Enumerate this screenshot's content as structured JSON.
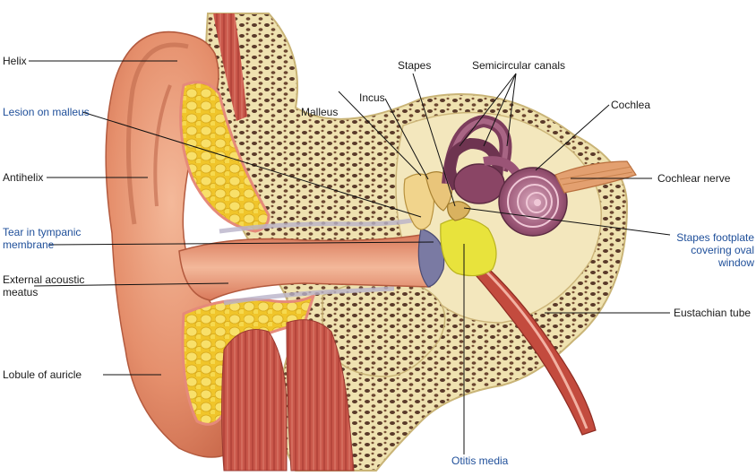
{
  "labels": {
    "helix": "Helix",
    "lesion_on_malleus": "Lesion on malleus",
    "antihelix": "Antihelix",
    "tear_in_tympanic_membrane": "Tear in tympanic\nmembrane",
    "external_acoustic_meatus": "External acoustic\nmeatus",
    "lobule_of_auricle": "Lobule of auricle",
    "malleus": "Malleus",
    "incus": "Incus",
    "stapes": "Stapes",
    "semicircular_canals": "Semicircular canals",
    "cochlea": "Cochlea",
    "cochlear_nerve": "Cochlear nerve",
    "stapes_footplate": "Stapes footplate\ncovering oval\nwindow",
    "eustachian_tube": "Eustachian tube",
    "otitis_media": "Otitis media"
  },
  "colors": {
    "normal_label": "#1a1a1a",
    "pathology_label": "#1f4f9a",
    "skin": "#e9a07f",
    "bone": "#f2e6b8",
    "fat": "#f4d23c",
    "cochlea": "#8f4a68",
    "pus": "#e6e23a"
  }
}
